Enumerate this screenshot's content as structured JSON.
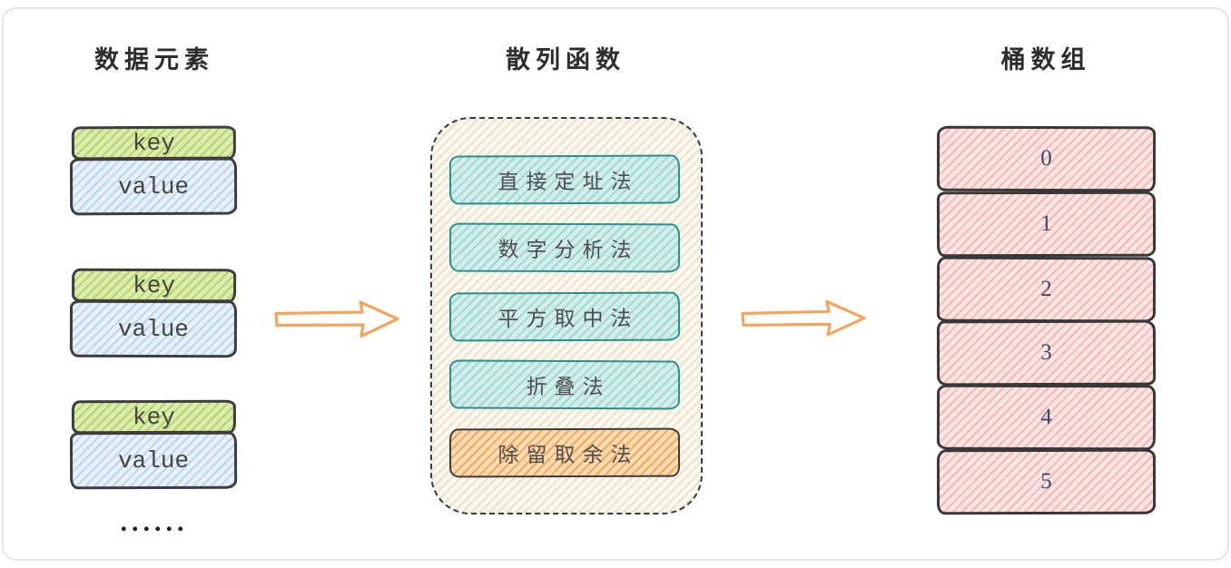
{
  "diagram": {
    "columns": {
      "data_elements": {
        "title": "数据元素",
        "pairs": [
          {
            "key_label": "key",
            "value_label": "value"
          },
          {
            "key_label": "key",
            "value_label": "value"
          },
          {
            "key_label": "key",
            "value_label": "value"
          }
        ],
        "ellipsis": "......"
      },
      "hash_functions": {
        "title": "散列函数",
        "methods": [
          {
            "label": "直接定址法",
            "style": "teal"
          },
          {
            "label": "数字分析法",
            "style": "teal"
          },
          {
            "label": "平方取中法",
            "style": "teal"
          },
          {
            "label": "折叠法",
            "style": "teal"
          },
          {
            "label": "除留取余法",
            "style": "orange"
          }
        ]
      },
      "bucket_array": {
        "title": "桶数组",
        "buckets": [
          "0",
          "1",
          "2",
          "3",
          "4",
          "5"
        ]
      }
    },
    "colors": {
      "key_fill": "#dcecae",
      "key_hatch": "#b4d368",
      "value_fill": "#e8f1fb",
      "value_hatch": "#b7d5f2",
      "container_fill": "#faf7ee",
      "container_hatch": "#e8e2cf",
      "teal_fill": "#d3edea",
      "teal_hatch": "#9ed8d2",
      "teal_border": "#2d8f89",
      "orange_fill": "#fcdcb0",
      "orange_hatch": "#f4a55c",
      "bucket_fill": "#fde5e3",
      "bucket_hatch": "#f5b5b0",
      "arrow": "#f3a55f",
      "ink": "#3d3d3d"
    }
  }
}
